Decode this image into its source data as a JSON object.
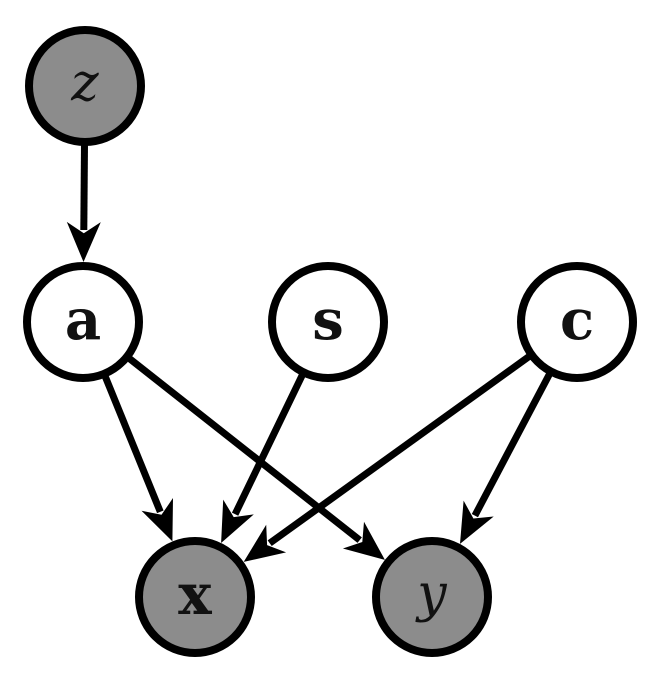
{
  "colors": {
    "observed_fill": "#8c8c8c",
    "latent_fill": "#ffffff",
    "stroke": "#000000"
  },
  "nodes": [
    {
      "id": "z",
      "label": "z",
      "style": "italic",
      "observed": true
    },
    {
      "id": "a",
      "label": "a",
      "style": "bold",
      "observed": false
    },
    {
      "id": "s",
      "label": "s",
      "style": "bold",
      "observed": false
    },
    {
      "id": "c",
      "label": "c",
      "style": "bold",
      "observed": false
    },
    {
      "id": "x",
      "label": "x",
      "style": "bold",
      "observed": true
    },
    {
      "id": "y",
      "label": "y",
      "style": "italic",
      "observed": true
    }
  ],
  "edges": [
    {
      "from": "z",
      "to": "a"
    },
    {
      "from": "a",
      "to": "x"
    },
    {
      "from": "a",
      "to": "y"
    },
    {
      "from": "s",
      "to": "x"
    },
    {
      "from": "c",
      "to": "x"
    },
    {
      "from": "c",
      "to": "y"
    }
  ]
}
